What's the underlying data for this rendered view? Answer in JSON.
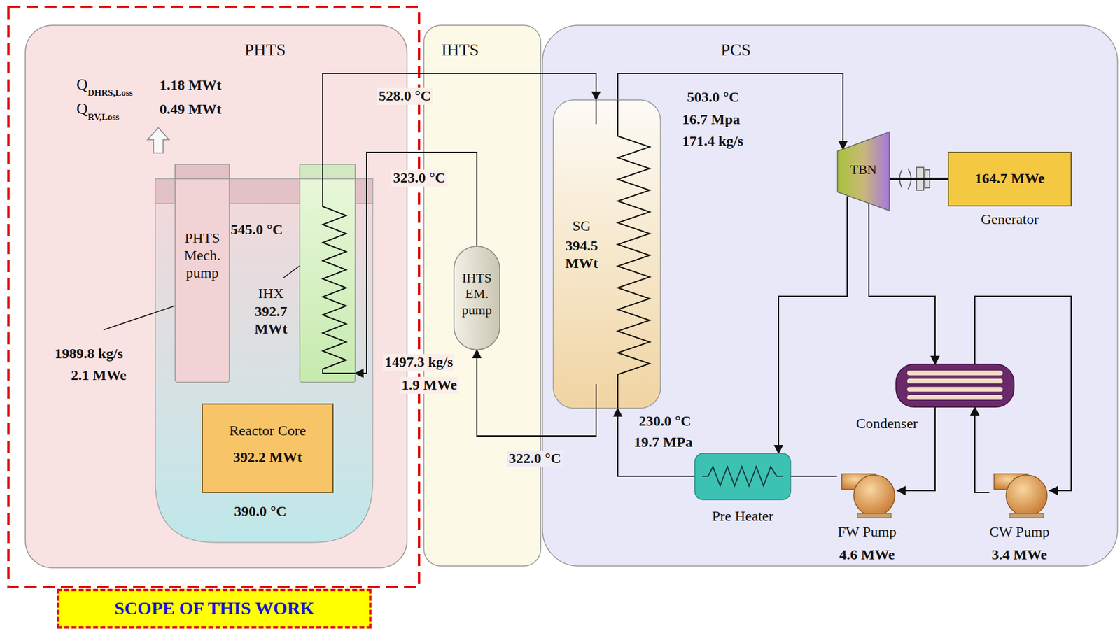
{
  "diagram": {
    "nodes": [
      {
        "text": [
          "PHTS"
        ]
      },
      {
        "text": [
          "IHTS"
        ]
      },
      {
        "text": [
          "PCS"
        ]
      },
      {
        "text": [
          "PHTS Mech. pump"
        ],
        "in": 0
      },
      {
        "text": [
          "IHX",
          "392.7 MWt"
        ],
        "in": 0
      },
      {
        "text": [
          "Reactor Core",
          "392.2 MWt"
        ],
        "in": 0
      },
      {
        "text": [
          "IHTS EM. pump"
        ],
        "in": 1
      },
      {
        "text": [
          "SG",
          "394.5 MWt"
        ],
        "in": 2
      },
      {
        "text": [
          "TBN"
        ],
        "in": 2
      },
      {
        "text": [
          "164.7 MWe",
          "Generator"
        ],
        "in": 2
      },
      {
        "text": [
          "Condenser"
        ],
        "in": 2
      },
      {
        "text": [
          "Pre Heater"
        ],
        "in": 2
      },
      {
        "text": [
          "FW Pump",
          "4.6 MWe"
        ],
        "in": 2
      },
      {
        "text": [
          "CW Pump",
          "3.4 MWe"
        ],
        "in": 2
      },
      {
        "text": [
          "SCOPE OF THIS WORK"
        ]
      }
    ],
    "edges": [
      {
        "from": 4,
        "to": 7,
        "arrow": "to"
      },
      {
        "from": 7,
        "to": 6,
        "arrow": "to"
      },
      {
        "from": 6,
        "to": 4,
        "arrow": "to"
      },
      {
        "from": 7,
        "to": 8,
        "arrow": "to"
      },
      {
        "from": 8,
        "to": 11,
        "arrow": "to"
      },
      {
        "from": 8,
        "to": 10,
        "arrow": "to"
      },
      {
        "from": 10,
        "to": 12,
        "arrow": "to"
      },
      {
        "from": 12,
        "to": 11,
        "arrow": "none"
      },
      {
        "from": 11,
        "to": 7,
        "arrow": "to"
      },
      {
        "from": 13,
        "to": 10,
        "arrow": "to"
      },
      {
        "from": 10,
        "to": 13,
        "arrow": "to"
      },
      {
        "from": 8,
        "to": 9,
        "arrow": "none"
      }
    ],
    "labels": [
      "Q",
      "DHRS,Loss",
      "1.18 MWt",
      "Q",
      "RV,Loss",
      "0.49 MWt",
      "528.0 °C",
      "323.0 °C",
      "545.0 °C",
      "1989.8 kg/s",
      "2.1 MWe",
      "1497.3 kg/s",
      "1.9 MWe",
      "390.0 °C",
      "322.0 °C",
      "503.0 °C",
      "16.7 Mpa",
      "171.4 kg/s",
      "230.0 °C",
      "19.7 MPa"
    ]
  }
}
